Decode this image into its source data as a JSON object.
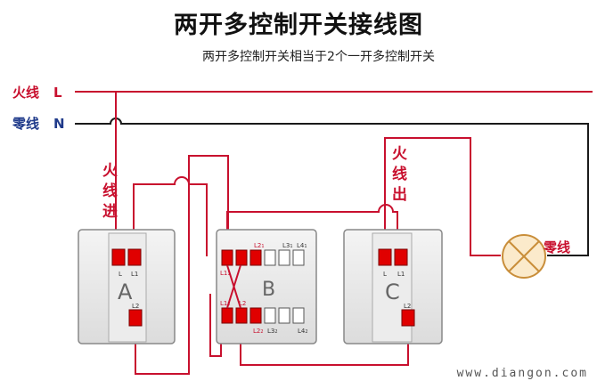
{
  "title": "两开多控制开关接线图",
  "subtitle": "两开多控制开关相当于2个一开多控制开关",
  "live_line": {
    "label": "火线",
    "letter": "L"
  },
  "neutral_line": {
    "label": "零线",
    "letter": "N"
  },
  "live_in_label": [
    "火",
    "线",
    "进"
  ],
  "live_out_label": [
    "火",
    "线",
    "出"
  ],
  "lamp_neutral_label": "零线",
  "switch_a": {
    "letter": "A",
    "terminals": [
      "L",
      "L1",
      "L2"
    ]
  },
  "switch_b": {
    "letter": "B",
    "top_terminals": [
      "L2",
      "L3",
      "L4"
    ],
    "top_subscripts": [
      "1",
      "1",
      "1"
    ],
    "top_left": "L1",
    "top_left_sub": "1",
    "bottom_terminals": [
      "L1",
      "L2",
      "L3",
      "L4"
    ],
    "bottom_subscripts": [
      "2",
      "",
      "2",
      "2"
    ],
    "bottom_extra": "L2",
    "bottom_extra_sub": "2"
  },
  "switch_c": {
    "letter": "C",
    "terminals": [
      "L",
      "L1",
      "L2"
    ]
  },
  "watermark": "www.diangon.com",
  "colors": {
    "wire": "#c8102e",
    "terminal": "#e00000",
    "dark_wire": "#1a1a1a"
  }
}
